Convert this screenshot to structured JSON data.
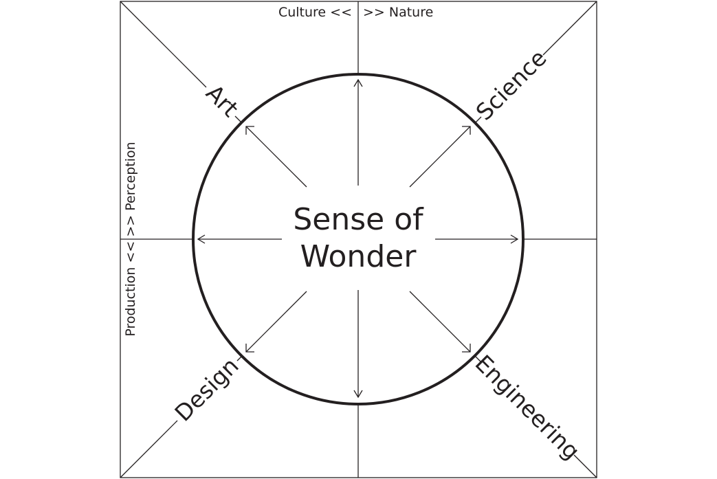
{
  "diagram": {
    "center_line1": "Sense of",
    "center_line2": "Wonder",
    "axis_top": "Culture <<",
    "axis_top_right": ">> Nature",
    "axis_left": "Production << >> Perception",
    "corner_top_left": "Art",
    "corner_top_right": "Science",
    "corner_bottom_left": "Design",
    "corner_bottom_right": "Engineering",
    "colors": {
      "ink": "#231f20",
      "background": "#ffffff"
    }
  }
}
